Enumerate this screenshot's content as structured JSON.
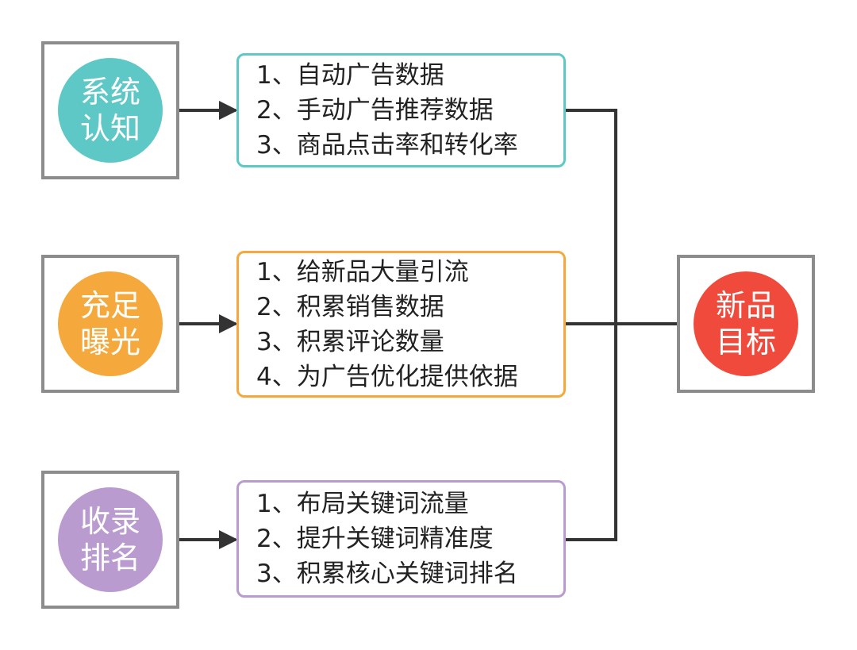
{
  "colors": {
    "system": "#5ec8c6",
    "exposure": "#f5a93d",
    "ranking": "#b99bd0",
    "goal": "#ef4a3c",
    "line": "#333333",
    "box_border": "#8c8c8c"
  },
  "rows": [
    {
      "id": "system",
      "circle_lines": [
        "系统",
        "认知"
      ],
      "items": [
        "1、自动广告数据",
        "2、手动广告推荐数据",
        "3、商品点击率和转化率"
      ]
    },
    {
      "id": "exposure",
      "circle_lines": [
        "充足",
        "曝光"
      ],
      "items": [
        "1、给新品大量引流",
        "2、积累销售数据",
        "3、积累评论数量",
        "4、为广告优化提供依据"
      ]
    },
    {
      "id": "ranking",
      "circle_lines": [
        "收录",
        "排名"
      ],
      "items": [
        "1、布局关键词流量",
        "2、提升关键词精准度",
        "3、积累核心关键词排名"
      ]
    }
  ],
  "goal": {
    "circle_lines": [
      "新品",
      "目标"
    ]
  }
}
